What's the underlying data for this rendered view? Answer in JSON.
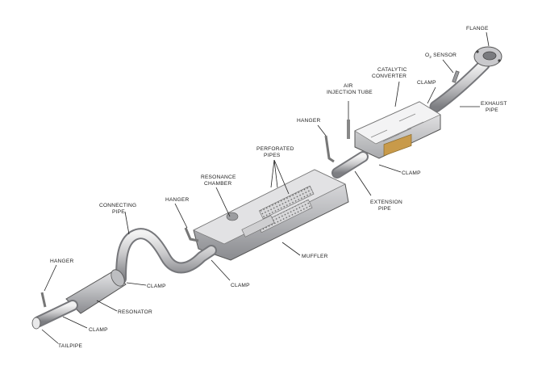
{
  "labels": {
    "flange": "FLANGE",
    "o2_sensor_o": "O",
    "o2_sensor_sub": "2",
    "o2_sensor_rest": " SENSOR",
    "catalytic_1": "CATALYTIC",
    "catalytic_2": "CONVERTER",
    "clamp_top": "CLAMP",
    "exhaust_1": "EXHAUST",
    "exhaust_2": "PIPE",
    "air_1": "AIR",
    "air_2": "INJECTION TUBE",
    "hanger_top": "HANGER",
    "perf_1": "PERFORATED",
    "perf_2": "PIPES",
    "clamp_mid": "CLAMP",
    "resonance_1": "RESONANCE",
    "resonance_2": "CHAMBER",
    "extension_1": "EXTENSION",
    "extension_2": "PIPE",
    "hanger_mid": "HANGER",
    "connecting_1": "CONNECTING",
    "connecting_2": "PIPE",
    "muffler": "MUFFLER",
    "hanger_left": "HANGER",
    "clamp_left": "CLAMP",
    "clamp_bottom": "CLAMP",
    "resonator": "RESONATOR",
    "clamp_low": "CLAMP",
    "tailpipe": "TAILPIPE"
  }
}
